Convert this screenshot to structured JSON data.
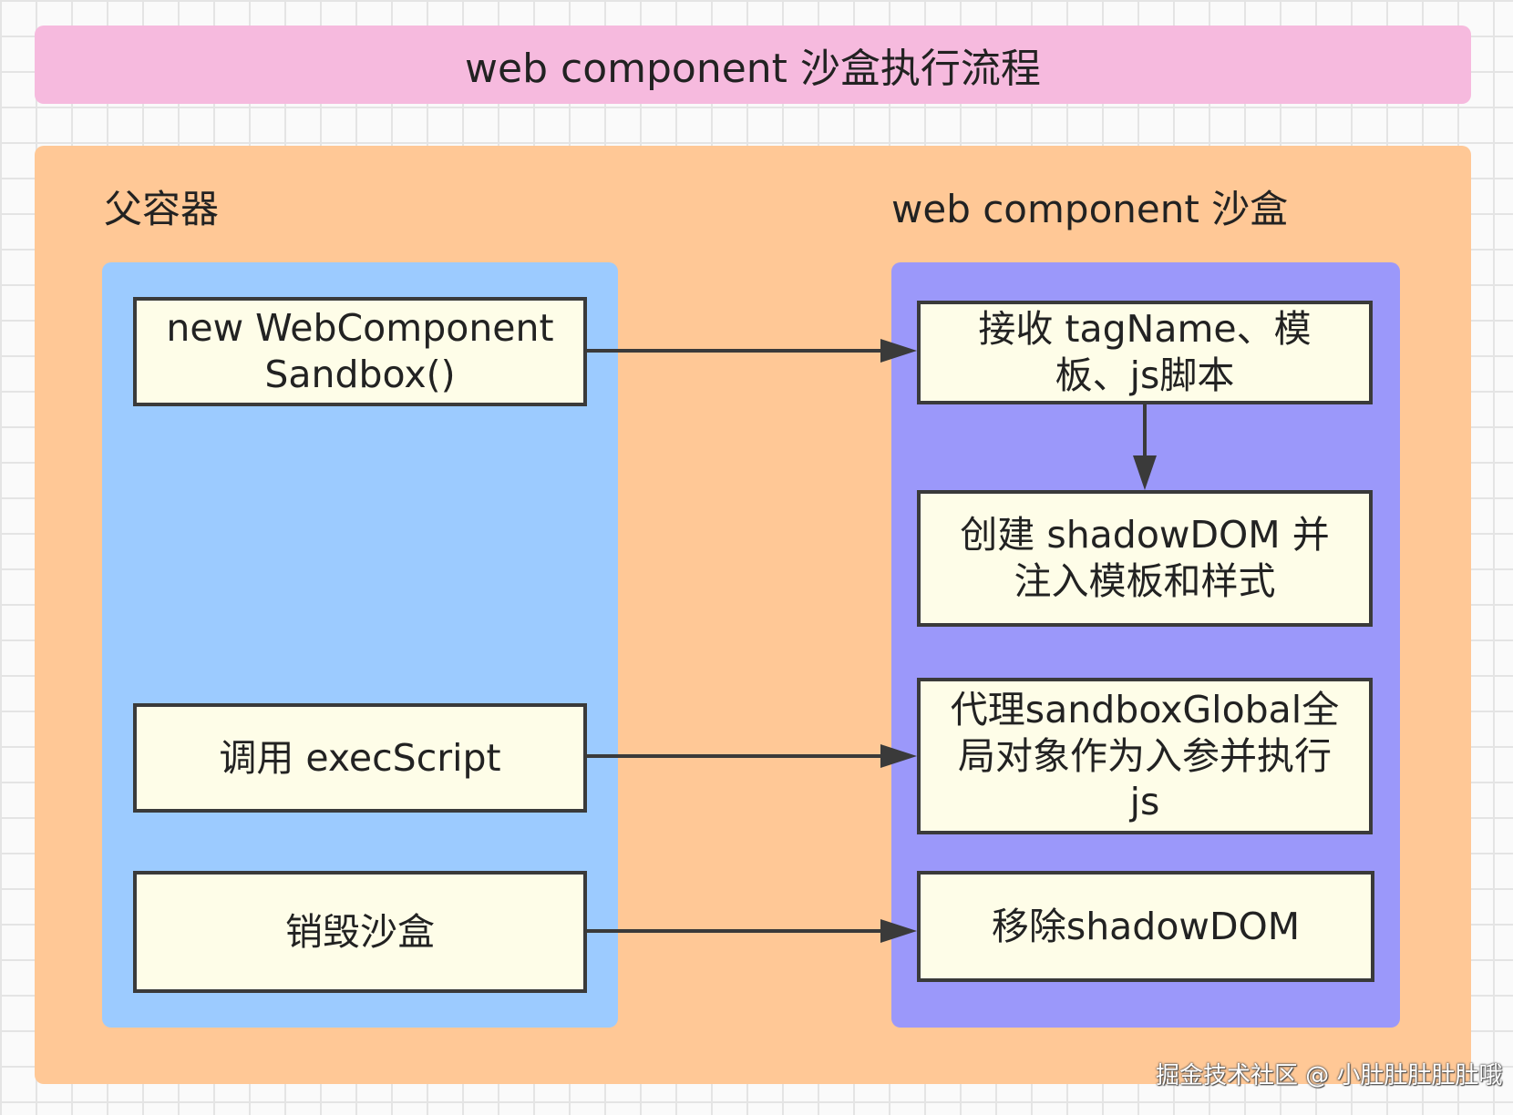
{
  "title": "web component 沙盒执行流程",
  "lanes": {
    "parent": {
      "label": "父容器"
    },
    "sandbox": {
      "label": "web component 沙盒"
    }
  },
  "nodes": {
    "new_sandbox": [
      "new WebComponent",
      "Sandbox()"
    ],
    "exec_script": [
      "调用 execScript"
    ],
    "destroy": [
      "销毁沙盒"
    ],
    "receive": [
      "接收 tagName、模",
      "板、js脚本"
    ],
    "create_shadow": [
      "创建 shadowDOM 并",
      "注入模板和样式"
    ],
    "proxy_global": [
      "代理sandboxGlobal全",
      "局对象作为入参并执行",
      "js"
    ],
    "remove_shadow": [
      "移除shadowDOM"
    ]
  },
  "watermark": "掘金技术社区 @ 小肚肚肚肚肚哦",
  "colors": {
    "title_bg": "#f6bade",
    "outer_bg": "#ffc896",
    "parent_lane_bg": "#9ccbff",
    "sandbox_lane_bg": "#9b98fa",
    "node_bg": "#fefde8",
    "border": "#3a3a3a"
  }
}
